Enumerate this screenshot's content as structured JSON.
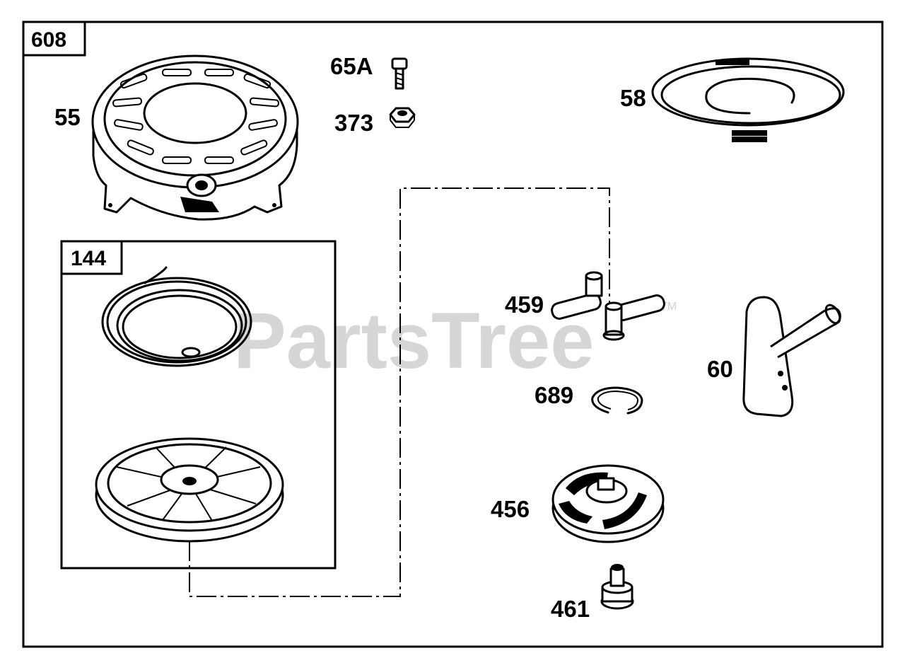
{
  "diagram": {
    "assembly_labels": {
      "outer": "608",
      "inner": "144"
    },
    "watermark": {
      "text": "PartsTree",
      "trademark": "TM"
    },
    "parts": {
      "p55": "55",
      "p65a": "65A",
      "p373": "373",
      "p58": "58",
      "p459": "459",
      "p60": "60",
      "p689": "689",
      "p456": "456",
      "p461": "461"
    }
  }
}
